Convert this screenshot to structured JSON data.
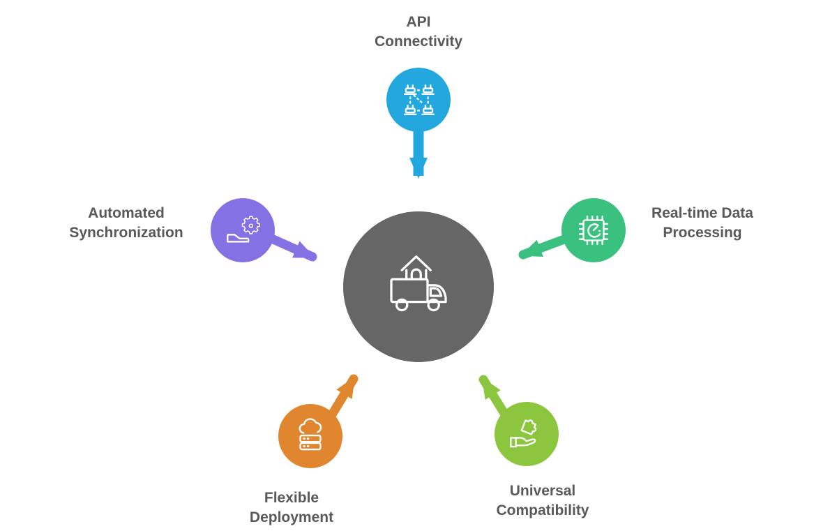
{
  "diagram": {
    "background_color": "#ffffff",
    "text_color": "#58595B",
    "center": {
      "name": "moving-truck-hub",
      "icon": "moving-truck-icon",
      "color": "#666666"
    },
    "nodes": [
      {
        "id": "api-connectivity",
        "label": "API\nConnectivity",
        "icon": "api-plugs-icon",
        "color": "#22A7DE",
        "position": "top"
      },
      {
        "id": "automated-synchronization",
        "label": "Automated\nSynchronization",
        "icon": "gear-automation-icon",
        "color": "#8472E4",
        "position": "left"
      },
      {
        "id": "real-time-data-processing",
        "label": "Real-time Data\nProcessing",
        "icon": "chip-gauge-icon",
        "color": "#3BC17F",
        "position": "right"
      },
      {
        "id": "flexible-deployment",
        "label": "Flexible\nDeployment",
        "icon": "cloud-server-icon",
        "color": "#E0862E",
        "position": "bottom-left"
      },
      {
        "id": "universal-compatibility",
        "label": "Universal\nCompatibility",
        "icon": "hand-puzzle-icon",
        "color": "#8CC63F",
        "position": "bottom-right"
      }
    ]
  }
}
